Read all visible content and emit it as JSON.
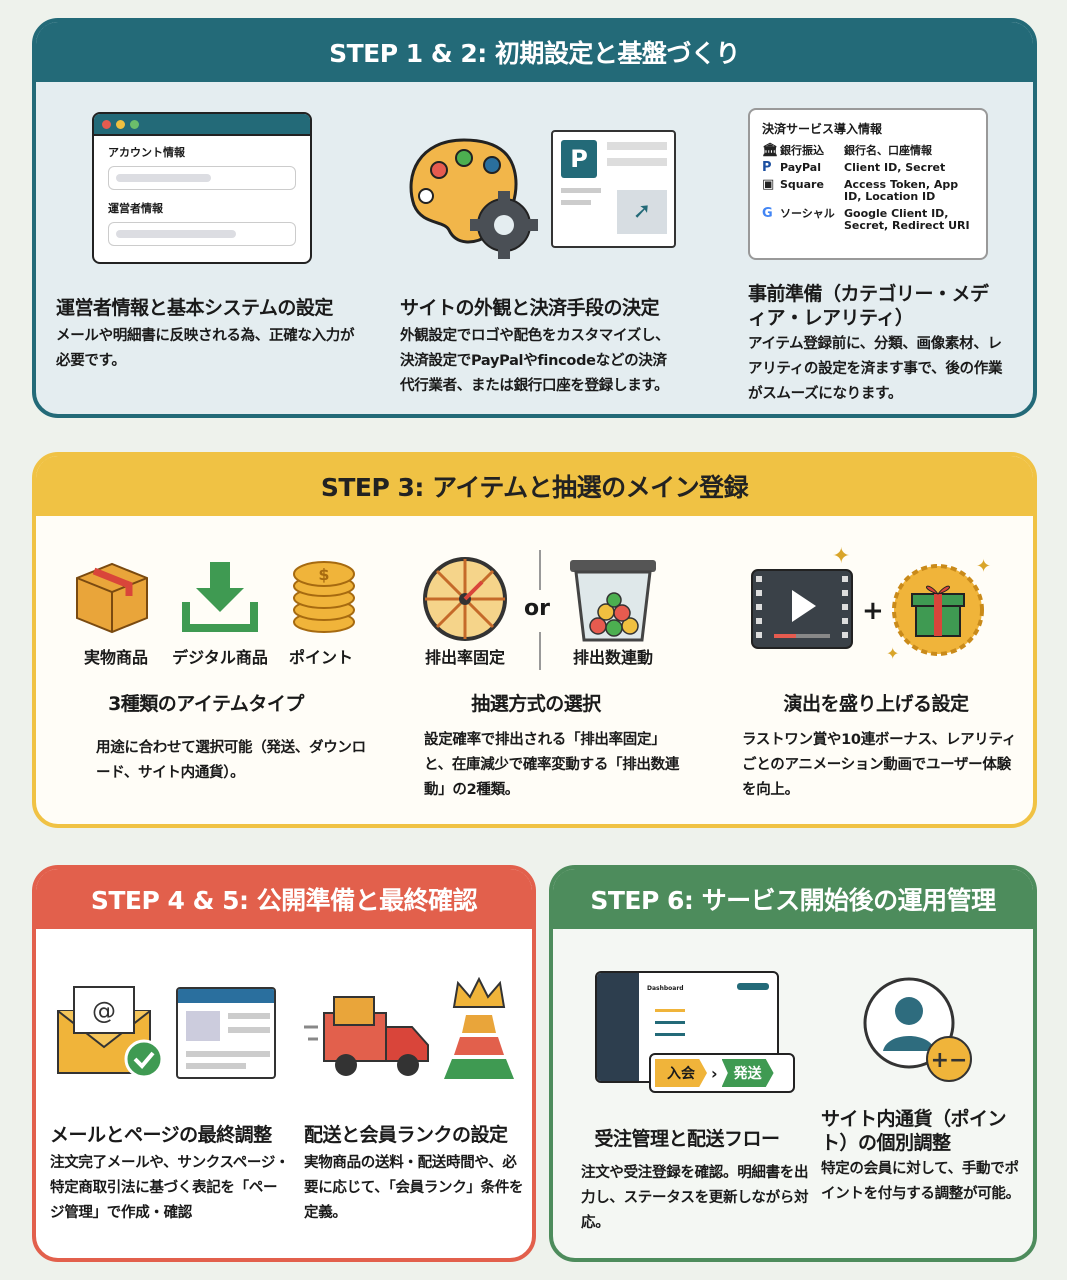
{
  "colors": {
    "teal": "#236a78",
    "yellow": "#f0c244",
    "red": "#e2604c",
    "green": "#4d8c5c"
  },
  "step12": {
    "title": "STEP 1 & 2: 初期設定と基盤づくり",
    "form": {
      "label1": "アカウント情報",
      "label2": "運営者情報"
    },
    "pay_card": {
      "title": "決済サービス導入情報",
      "rows": [
        {
          "icon": "bank-icon",
          "name": "銀行振込",
          "info": "銀行名、口座情報"
        },
        {
          "icon": "paypal-icon",
          "name": "PayPal",
          "info": "Client ID, Secret"
        },
        {
          "icon": "square-icon",
          "name": "Square",
          "info": "Access Token, App ID, Location ID"
        },
        {
          "icon": "google-icon",
          "name": "ソーシャル",
          "info": "Google Client ID, Secret, Redirect URI"
        }
      ]
    },
    "cols": [
      {
        "heading": "運営者情報と基本システムの設定",
        "body": "メールや明細書に反映される為、正確な入力が必要です。"
      },
      {
        "heading": "サイトの外観と決済手段の決定",
        "body": "外観設定でロゴや配色をカスタマイズし、決済設定でPayPalやfincodeなどの決済代行業者、または銀行口座を登録します。"
      },
      {
        "heading": "事前準備（カテゴリー・メディア・レアリティ）",
        "body": "アイテム登録前に、分類、画像素材、レアリティの設定を済ます事で、後の作業がスムーズになります。"
      }
    ]
  },
  "step3": {
    "title": "STEP 3: アイテムと抽選のメイン登録",
    "item_types": [
      "実物商品",
      "デジタル商品",
      "ポイント"
    ],
    "methods": [
      "排出率固定",
      "排出数連動"
    ],
    "or": "or",
    "plus": "+",
    "cols": [
      {
        "heading": "3種類のアイテムタイプ",
        "body": "用途に合わせて選択可能（発送、ダウンロード、サイト内通貨）。"
      },
      {
        "heading": "抽選方式の選択",
        "body": "設定確率で排出される「排出率固定」と、在庫減少で確率変動する「排出数連動」の2種類。"
      },
      {
        "heading": "演出を盛り上げる設定",
        "body": "ラストワン賞や10連ボーナス、レアリティごとのアニメーション動画でユーザー体験を向上。"
      }
    ]
  },
  "step45": {
    "title": "STEP 4 & 5: 公開準備と最終確認",
    "cols": [
      {
        "heading": "メールとページの最終調整",
        "body": "注文完了メールや、サンクスページ・特定商取引法に基づく表記を「ページ管理」で作成・確認"
      },
      {
        "heading": "配送と会員ランクの設定",
        "body": "実物商品の送料・配送時間や、必要に応じて、「会員ランク」条件を定義。"
      }
    ]
  },
  "step6": {
    "title": "STEP 6: サービス開始後の運用管理",
    "dashboard": "Dashboard",
    "flow": [
      "入会",
      "発送"
    ],
    "cols": [
      {
        "heading": "受注管理と配送フロー",
        "body": "注文や受注登録を確認。明細書を出力し、ステータスを更新しながら対応。"
      },
      {
        "heading": "サイト内通貨（ポイント）の個別調整",
        "body": "特定の会員に対して、手動でポイントを付与する調整が可能。"
      }
    ]
  }
}
